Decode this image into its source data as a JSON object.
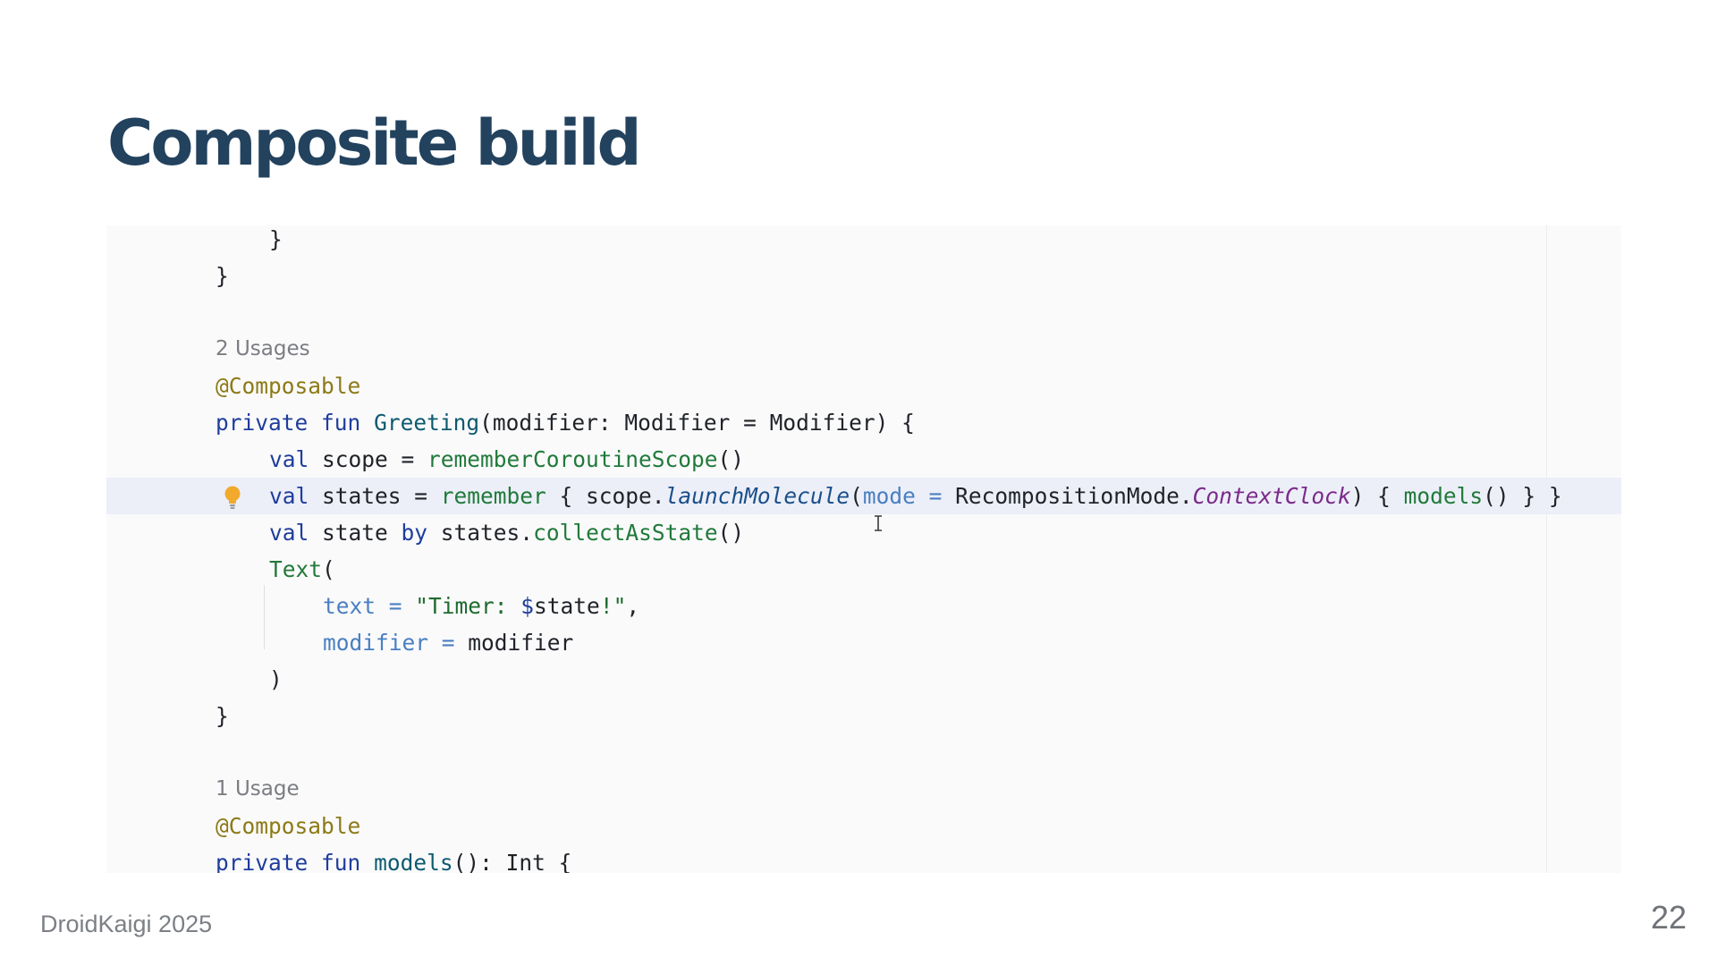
{
  "slide": {
    "title": "Composite build",
    "footer": "DroidKaigi 2025",
    "page_number": "22"
  },
  "code": {
    "line1_brace": "}",
    "line2_brace": "}",
    "usages1": "2 Usages",
    "annotation1": "@Composable",
    "l_private": "private",
    "l_fun": "fun",
    "l_greeting": "Greeting",
    "l_greeting_rest": "(modifier: Modifier = Modifier) {",
    "l_val1": "val",
    "l_scope": " scope = ",
    "l_rcs": "rememberCoroutineScope",
    "l_rcs_paren": "()",
    "l_val2": "val",
    "l_states": " states = ",
    "l_remember": "remember",
    "l_brace_scope": " { scope.",
    "l_launch": "launchMolecule",
    "l_paren_open": "(",
    "l_mode": "mode =",
    "l_recomp": " RecompositionMode.",
    "l_ctx": "ContextClock",
    "l_paren_brace": ") { ",
    "l_models": "models",
    "l_models_rest": "() } }",
    "l_val3": "val",
    "l_state": " state ",
    "l_by": "by",
    "l_states_dot": " states.",
    "l_collect": "collectAsState",
    "l_collect_paren": "()",
    "l_text": "Text",
    "l_text_paren": "(",
    "l_text_param": "text =",
    "l_str_open": " \"Timer: ",
    "l_dollar": "$",
    "l_state_var": "state",
    "l_str_close": "!\"",
    "l_comma": ",",
    "l_modifier_param": "modifier =",
    "l_modifier_val": " modifier",
    "l_close_paren": ")",
    "l_close_brace": "}",
    "usages2": "1 Usage",
    "annotation2": "@Composable",
    "l2_private": "private",
    "l2_fun": "fun",
    "l2_models": "models",
    "l2_rest": "(): Int {"
  },
  "icons": {
    "intention": "lightbulb-icon",
    "cursor": "text-cursor-icon"
  }
}
